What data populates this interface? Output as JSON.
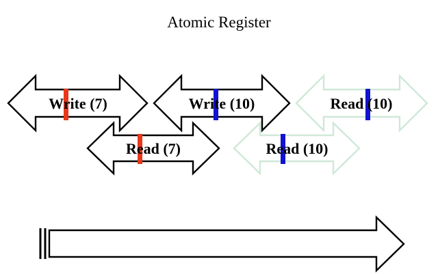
{
  "title": "Atomic Register",
  "colors": {
    "arrow_outline": "#000000",
    "pale_arrow_outline": "#cfe8d8",
    "red_tick": "#e8381b",
    "blue_tick": "#1212d0"
  },
  "operations": [
    {
      "label": "Write (7)",
      "value": 7,
      "tick_color": "red",
      "row": 1
    },
    {
      "label": "Write (10)",
      "value": 10,
      "tick_color": "blue",
      "row": 1
    },
    {
      "label": "Read (10)",
      "value": 10,
      "tick_color": "blue",
      "row": 1
    },
    {
      "label": "Read (7)",
      "value": 7,
      "tick_color": "red",
      "row": 2
    },
    {
      "label": "Read (10)",
      "value": 10,
      "tick_color": "blue",
      "row": 2
    }
  ]
}
